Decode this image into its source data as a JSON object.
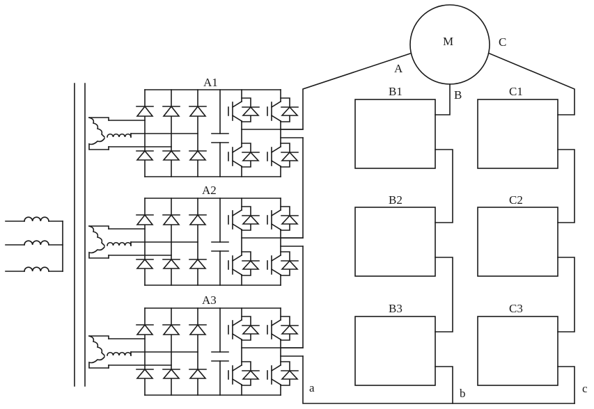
{
  "motor": {
    "label": "M",
    "phases": [
      "A",
      "B",
      "C"
    ]
  },
  "cells": {
    "a": [
      "A1",
      "A2",
      "A3"
    ],
    "b": [
      "B1",
      "B2",
      "B3"
    ],
    "c": [
      "C1",
      "C2",
      "C3"
    ]
  },
  "neutral_labels": [
    "a",
    "b",
    "c"
  ]
}
